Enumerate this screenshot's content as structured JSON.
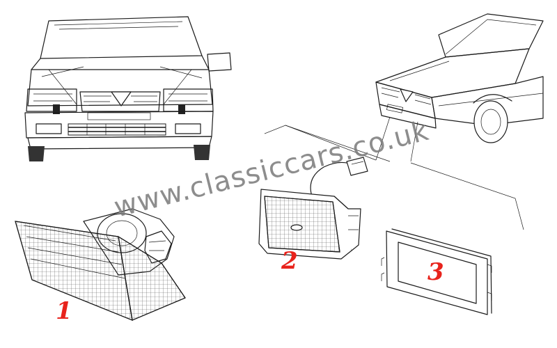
{
  "watermark": {
    "text": "www.classiccars.co.uk"
  },
  "callouts": [
    {
      "label": "1"
    },
    {
      "label": "2"
    },
    {
      "label": "3"
    }
  ],
  "colors": {
    "callout": "#e8231c",
    "watermark": "#7a7a7a",
    "line": "#1a1a1a"
  }
}
